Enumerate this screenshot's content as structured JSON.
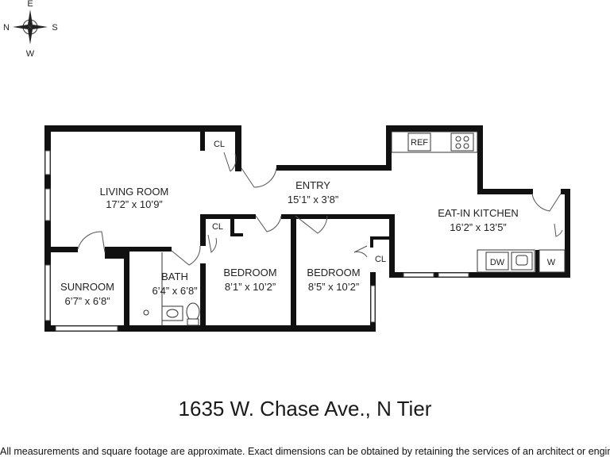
{
  "compass": {
    "north": "N",
    "south": "S",
    "east": "E",
    "west": "W"
  },
  "rooms": {
    "living_room": {
      "name": "LIVING ROOM",
      "dims": "17’2” x 10’9”"
    },
    "entry": {
      "name": "ENTRY",
      "dims": "15’1” x 3’8”"
    },
    "kitchen": {
      "name": "EAT-IN KITCHEN",
      "dims": "16’2” x 13’5”"
    },
    "sunroom": {
      "name": "SUNROOM",
      "dims": "6’7” x 6’8”"
    },
    "bath": {
      "name": "BATH",
      "dims": "6’4” x 6’8”"
    },
    "bedroom1": {
      "name": "BEDROOM",
      "dims": "8’1” x 10’2”"
    },
    "bedroom2": {
      "name": "BEDROOM",
      "dims": "8’5” x 10’2”"
    }
  },
  "fixtures": {
    "closet_living": "CL",
    "closet_bedroom1": "CL",
    "closet_bedroom2": "CL",
    "refrigerator": "REF",
    "dishwasher": "DW",
    "washer": "W"
  },
  "address": "1635 W. Chase Ave., N Tier",
  "disclaimer": "All measurements and square footage are approximate. Exact dimensions can be obtained by retaining the services of an architect or engineer."
}
